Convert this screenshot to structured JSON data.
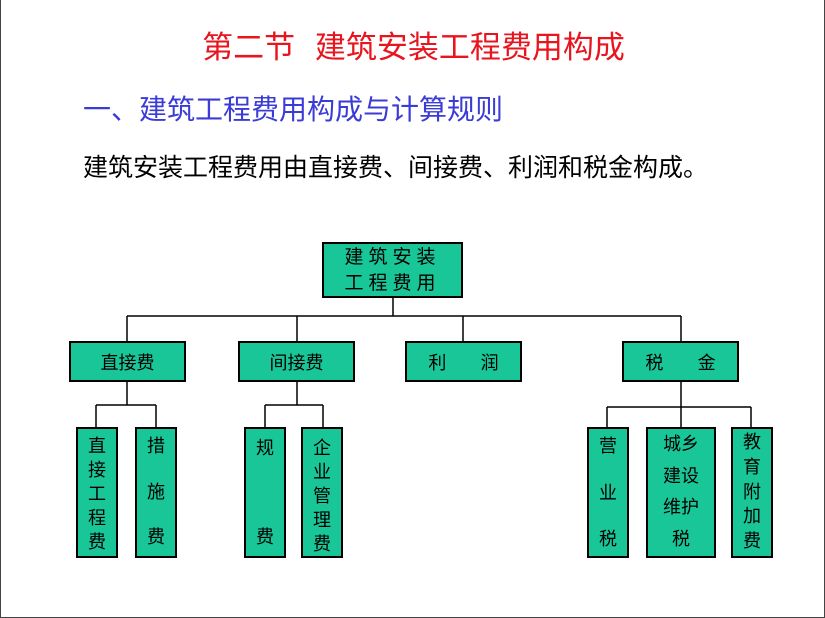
{
  "slide": {
    "title": "第二节  建筑安装工程费用构成",
    "subtitle": "一、建筑工程费用构成与计算规则",
    "body": "建筑安装工程费用由直接费、间接费、利润和税金构成。"
  },
  "diagram": {
    "root": {
      "line1": "建筑安装",
      "line2": "工程费用"
    },
    "level1": {
      "direct": "直接费",
      "indirect": "间接费",
      "profit": "利      润",
      "tax": "税      金"
    },
    "level2": {
      "direct_engineering": [
        "直",
        "接",
        "工",
        "程",
        "费"
      ],
      "measures": [
        "措",
        "施",
        "费"
      ],
      "fees": [
        "规",
        "费"
      ],
      "enterprise_mgmt": [
        "企",
        "业",
        "管",
        "理",
        "费"
      ],
      "business_tax": [
        "营",
        "业",
        "税"
      ],
      "urban_construction": [
        "城乡",
        "建设",
        "维护",
        "税"
      ],
      "education_surcharge": [
        "教",
        "育",
        "附",
        "加",
        "费"
      ]
    },
    "colors": {
      "box_fill": "#19c697",
      "title": "#e8141e",
      "subtitle": "#3b3bd6"
    }
  }
}
